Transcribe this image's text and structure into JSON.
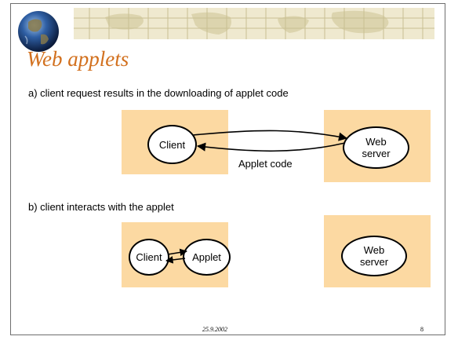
{
  "title": "Web applets",
  "section_a": {
    "caption": "a) client request results in the downloading of applet code",
    "client_label": "Client",
    "server_label": "Web server",
    "arrow_label": "Applet code"
  },
  "section_b": {
    "caption": "b) client  interacts with the applet",
    "client_label": "Client",
    "applet_label": "Applet",
    "server_label": "Web server"
  },
  "footer": {
    "date": "25.9.2002",
    "page": "8"
  },
  "colors": {
    "title": "#d2701e",
    "panel": "#fcd9a2",
    "header_band": "#efe9cf"
  }
}
